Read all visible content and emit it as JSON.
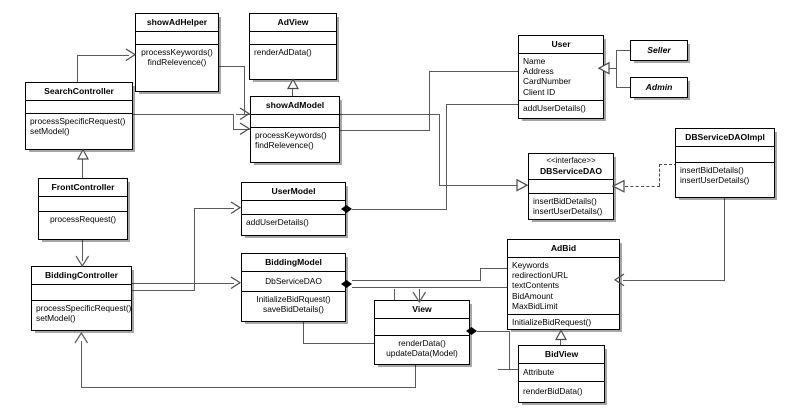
{
  "diagram": {
    "title": "UML Class Diagram",
    "type": "uml-class-diagram",
    "background": "#ffffff",
    "line_color": "#5a5a5a",
    "border_color": "#000000"
  },
  "classes": [
    {
      "id": "showAdHelper",
      "name": "showAdHelper",
      "stereotype": "",
      "attributes": [],
      "operations": [
        "processKeywords()",
        "findRelevence()"
      ],
      "ops_centered": true,
      "italic": false
    },
    {
      "id": "AdView",
      "name": "AdView",
      "stereotype": "",
      "attributes": [],
      "operations": [
        "renderAdData()"
      ],
      "ops_centered": false,
      "italic": false
    },
    {
      "id": "SearchController",
      "name": "SearchController",
      "stereotype": "",
      "attributes": [],
      "operations": [
        "processSpecificRequest()",
        "setModel()"
      ],
      "ops_centered": false,
      "italic": false
    },
    {
      "id": "showAdModel",
      "name": "showAdModel",
      "stereotype": "",
      "attributes": [],
      "operations": [
        "processKeywords()",
        "findRelevence()"
      ],
      "ops_centered": false,
      "italic": false
    },
    {
      "id": "User",
      "name": "User",
      "stereotype": "",
      "attributes": [
        "Name",
        "Address",
        "CardNumber",
        "Client ID"
      ],
      "operations": [
        "addUserDetails()"
      ],
      "ops_centered": false,
      "italic": false
    },
    {
      "id": "Seller",
      "name": "Seller",
      "stereotype": "",
      "attributes": [],
      "operations": [],
      "ops_centered": false,
      "italic": true
    },
    {
      "id": "Admin",
      "name": "Admin",
      "stereotype": "",
      "attributes": [],
      "operations": [],
      "ops_centered": false,
      "italic": true
    },
    {
      "id": "DBServiceDAO",
      "name": "DBServiceDAO",
      "stereotype": "<<interface>>",
      "attributes": [],
      "operations": [
        "insertBidDetails()",
        "insertUserDetails()"
      ],
      "ops_centered": false,
      "italic": false
    },
    {
      "id": "DBServiceDAOImpl",
      "name": "DBServiceDAOImpl",
      "stereotype": "",
      "attributes": [],
      "operations": [
        "insertBidDetails()",
        "insertUserDetails()"
      ],
      "ops_centered": false,
      "italic": false
    },
    {
      "id": "FrontController",
      "name": "FrontController",
      "stereotype": "",
      "attributes": [],
      "operations": [
        "processRequest()"
      ],
      "ops_centered": true,
      "italic": false
    },
    {
      "id": "UserModel",
      "name": "UserModel",
      "stereotype": "",
      "attributes": [],
      "operations": [
        "addUserDetails()"
      ],
      "ops_centered": false,
      "italic": false
    },
    {
      "id": "BiddingController",
      "name": "BiddingController",
      "stereotype": "",
      "attributes": [],
      "operations": [
        "processSpecificRequest()",
        "setModel()"
      ],
      "ops_centered": false,
      "italic": false
    },
    {
      "id": "BiddingModel",
      "name": "BiddingModel",
      "stereotype": "",
      "attributes": [
        "DbServiceDAO"
      ],
      "attrs_centered": true,
      "operations": [
        "InitializeBidRquest()",
        "saveBidDetails()"
      ],
      "ops_centered": true,
      "italic": false
    },
    {
      "id": "AdBid",
      "name": "AdBid",
      "stereotype": "",
      "attributes": [
        "Keywords",
        "redirectionURL",
        "textContents",
        "BidAmount",
        "MaxBidLimit"
      ],
      "operations": [
        "InitializeBidRequest()"
      ],
      "ops_centered": false,
      "italic": false
    },
    {
      "id": "View",
      "name": "View",
      "stereotype": "",
      "attributes": [],
      "operations": [
        "renderData()",
        "updateData(Model)"
      ],
      "ops_centered": true,
      "italic": false
    },
    {
      "id": "BidView",
      "name": "BidView",
      "stereotype": "",
      "attributes": [
        "Attribute"
      ],
      "operations": [
        "renderBidData()"
      ],
      "ops_centered": false,
      "italic": false
    }
  ],
  "relationships": [
    {
      "from": "SearchController",
      "to": "showAdHelper",
      "type": "association-open-arrow"
    },
    {
      "from": "SearchController",
      "to": "showAdModel",
      "type": "association-open-arrow"
    },
    {
      "from": "showAdHelper",
      "to": "showAdModel",
      "type": "association-open-arrow"
    },
    {
      "from": "showAdModel",
      "to": "AdView",
      "type": "generalization"
    },
    {
      "from": "showAdModel",
      "to": "User",
      "type": "association"
    },
    {
      "from": "showAdModel",
      "to": "DBServiceDAO",
      "type": "association-open-arrow"
    },
    {
      "from": "Seller",
      "to": "User",
      "type": "generalization"
    },
    {
      "from": "Admin",
      "to": "User",
      "type": "generalization"
    },
    {
      "from": "DBServiceDAOImpl",
      "to": "DBServiceDAO",
      "type": "realization-dashed"
    },
    {
      "from": "DBServiceDAOImpl",
      "to": "AdBid",
      "type": "association-open-arrow"
    },
    {
      "from": "FrontController",
      "to": "SearchController",
      "type": "generalization"
    },
    {
      "from": "FrontController",
      "to": "BiddingController",
      "type": "association-arrow"
    },
    {
      "from": "BiddingController",
      "to": "UserModel",
      "type": "association-open-arrow"
    },
    {
      "from": "BiddingController",
      "to": "BiddingModel",
      "type": "association-open-arrow"
    },
    {
      "from": "UserModel",
      "to": "User",
      "type": "composition"
    },
    {
      "from": "BiddingModel",
      "to": "AdBid",
      "type": "composition"
    },
    {
      "from": "BiddingModel",
      "to": "View",
      "type": "association-arrow"
    },
    {
      "from": "View",
      "to": "BidView",
      "type": "composition"
    },
    {
      "from": "BidView",
      "to": "AdBid",
      "type": "generalization"
    },
    {
      "from": "View",
      "to": "BiddingController",
      "type": "association-arrow"
    }
  ]
}
